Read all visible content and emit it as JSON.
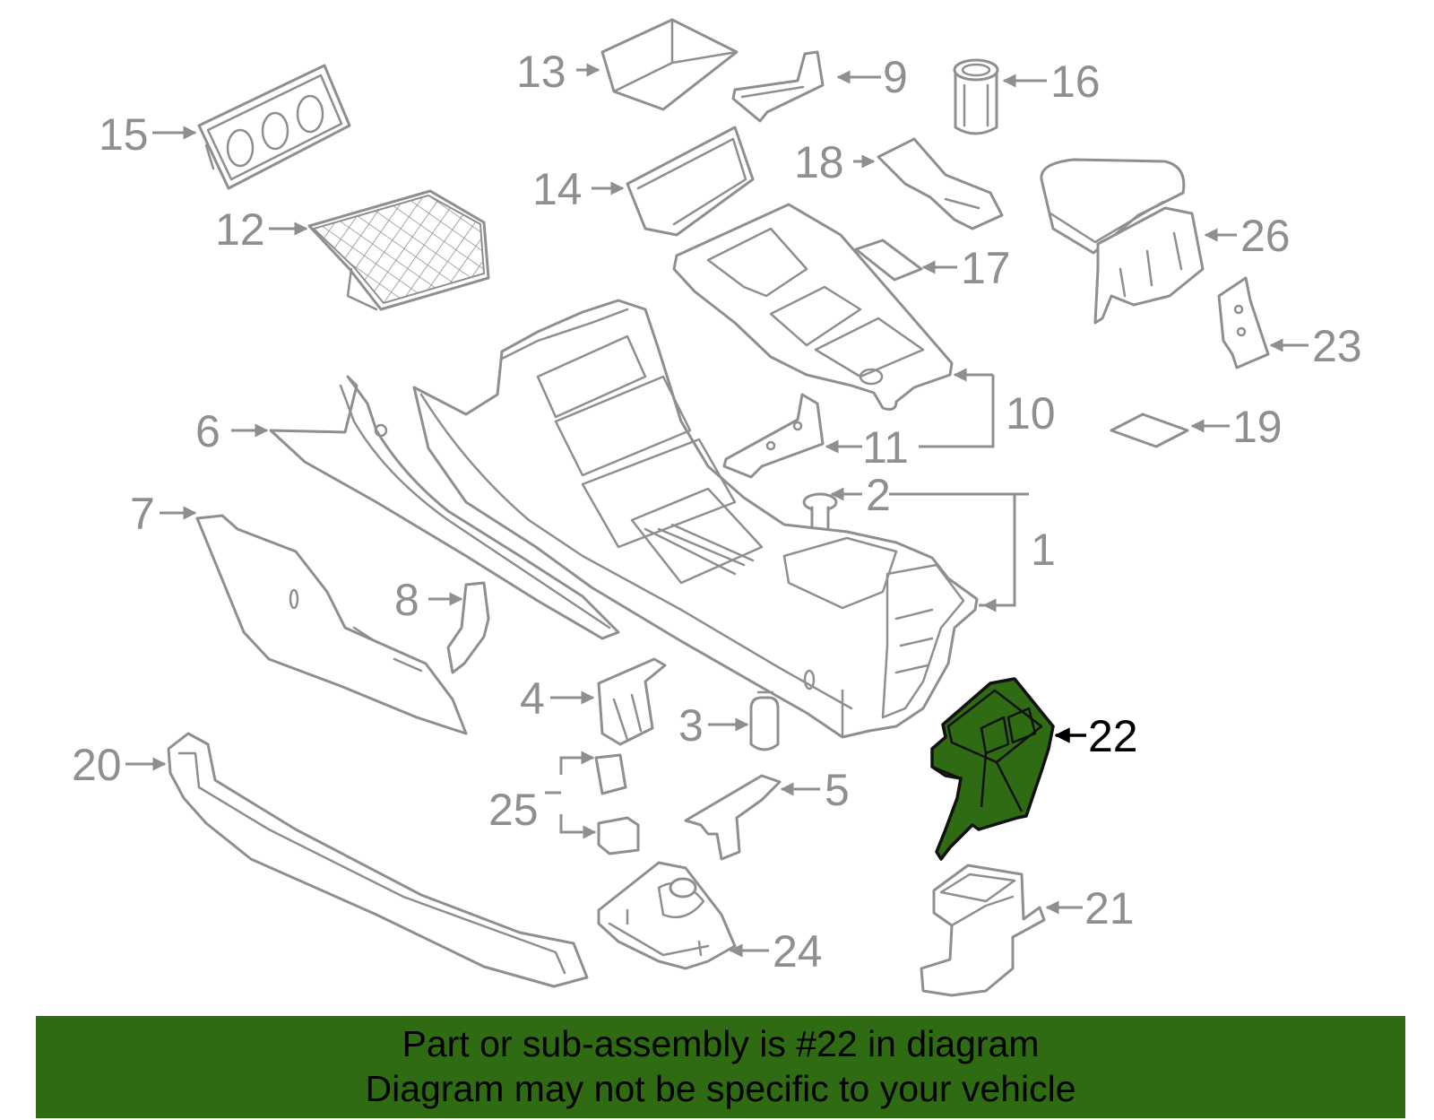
{
  "diagram": {
    "highlighted_part": "22",
    "part_labels": [
      "1",
      "2",
      "3",
      "4",
      "5",
      "6",
      "7",
      "8",
      "9",
      "10",
      "11",
      "12",
      "13",
      "14",
      "15",
      "16",
      "17",
      "18",
      "19",
      "20",
      "21",
      "22",
      "23",
      "24",
      "25",
      "26"
    ]
  },
  "banner": {
    "line1": "Part or sub-assembly is #22 in diagram",
    "line2": "Diagram may not be specific to your vehicle",
    "background": "#2e6b12"
  },
  "colors": {
    "part_stroke": "#8f8f8f",
    "highlight_fill": "#2e6b12",
    "highlight_label": "#000000"
  }
}
